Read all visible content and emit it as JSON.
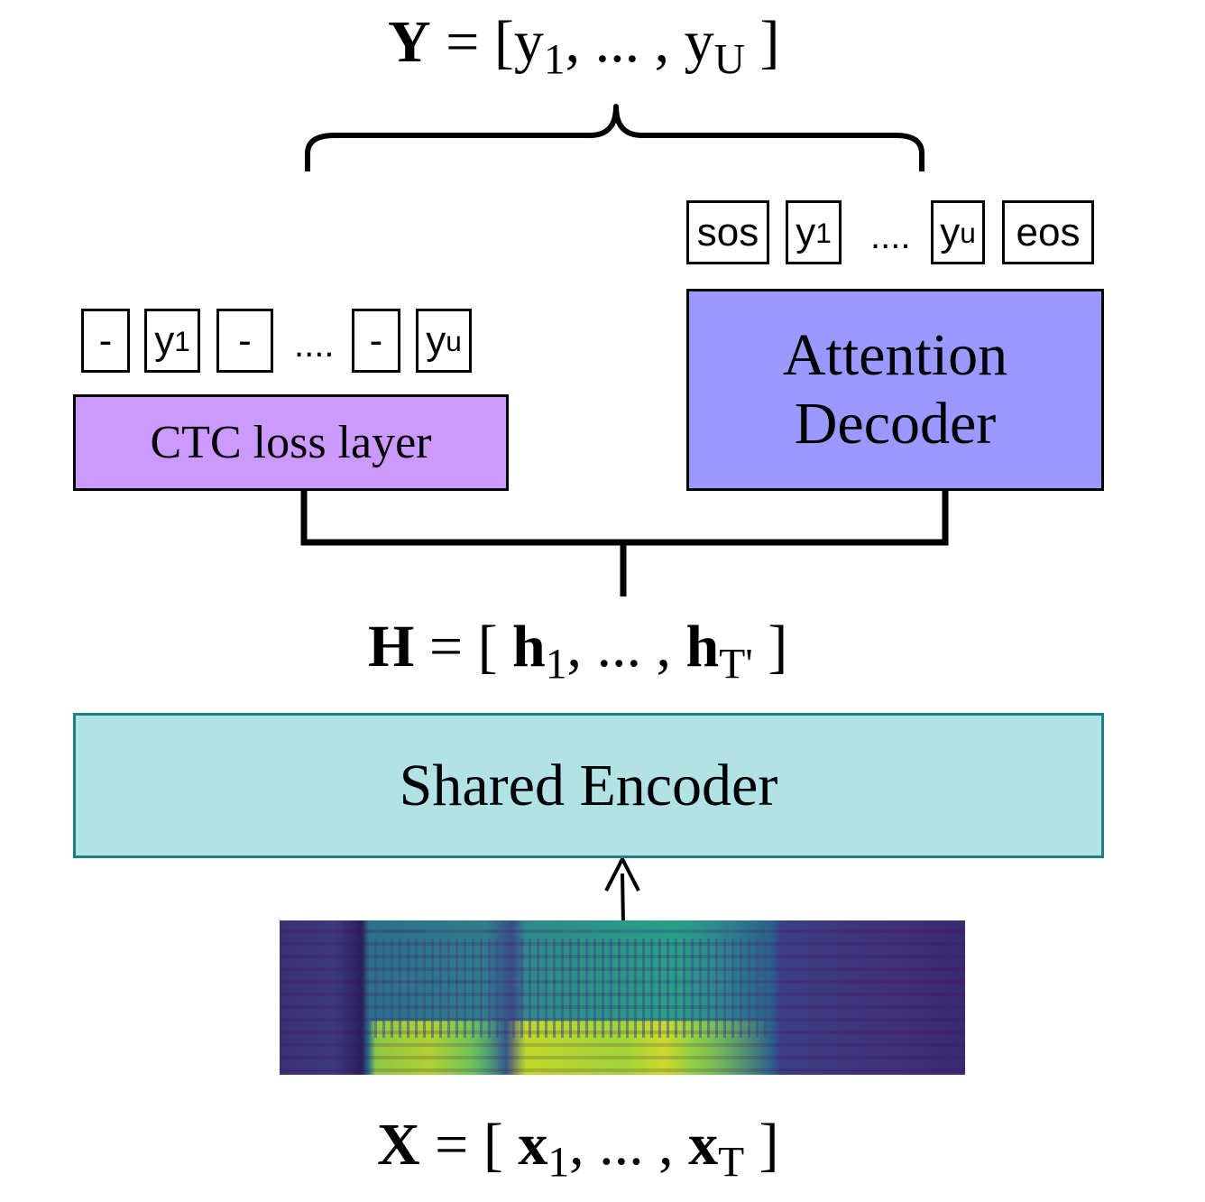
{
  "equations": {
    "y": {
      "sym": "Y",
      "eq": " = [",
      "v1": "y",
      "s1": "1",
      "mid": ", ... , ",
      "v2": "y",
      "s2": "U",
      "end": " ]"
    },
    "h": {
      "sym": "H",
      "eq": " = [ ",
      "v1": "h",
      "s1": "1",
      "mid": ", ... , ",
      "v2": "h",
      "s2": "T'",
      "end": " ]"
    },
    "x": {
      "sym": "X",
      "eq": " = [ ",
      "v1": "x",
      "s1": "1",
      "mid": ", ... , ",
      "v2": "x",
      "s2": "T",
      "end": " ]"
    }
  },
  "blocks": {
    "ctc": {
      "label": "CTC loss layer",
      "color": "#cc99ff"
    },
    "attention": {
      "line1": "Attention",
      "line2": "Decoder",
      "color": "#9999ff"
    },
    "encoder": {
      "label": "Shared Encoder",
      "color": "#b1e3e6",
      "border": "#1a7f86"
    }
  },
  "ctc_tokens": [
    {
      "text": "-",
      "sub": ""
    },
    {
      "text": "y",
      "sub": "1"
    },
    {
      "text": "-",
      "sub": ""
    },
    {
      "text": "-",
      "sub": ""
    },
    {
      "text": "y",
      "sub": "u"
    }
  ],
  "ctc_ellipsis": "....",
  "dec_tokens": [
    {
      "text": "sos",
      "sub": ""
    },
    {
      "text": "y",
      "sub": "1"
    },
    {
      "text": "y",
      "sub": "u"
    },
    {
      "text": "eos",
      "sub": ""
    }
  ],
  "dec_ellipsis": "...."
}
